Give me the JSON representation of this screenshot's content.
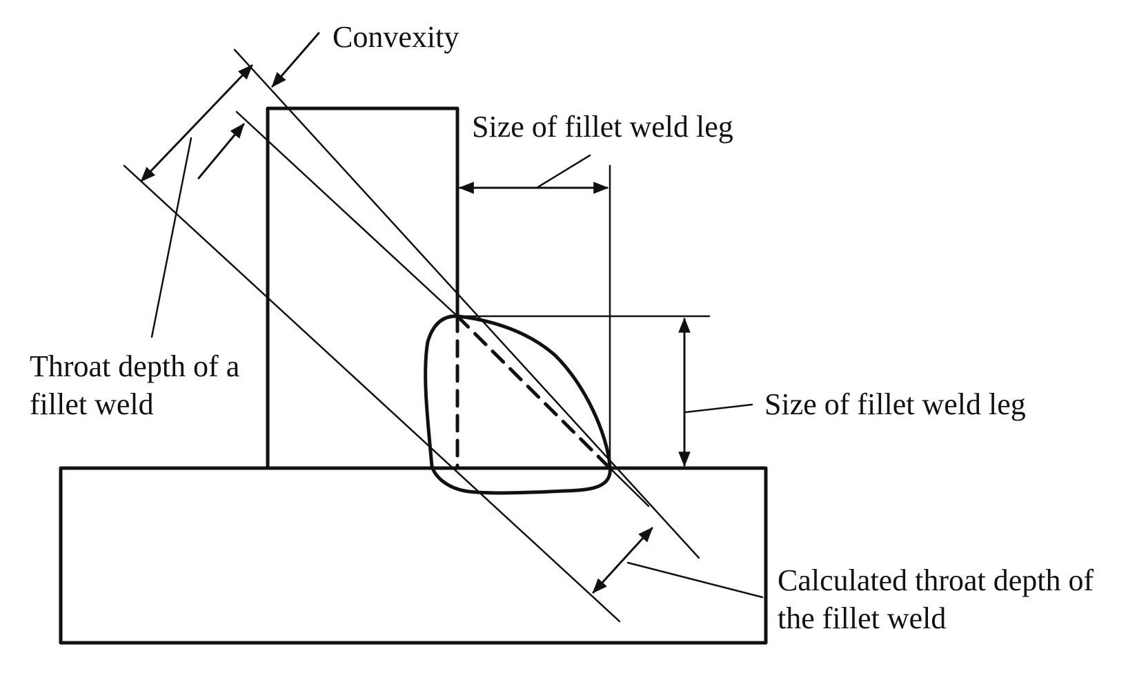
{
  "labels": {
    "convexity": "Convexity",
    "leg_size_horizontal": "Size of fillet weld leg",
    "leg_size_vertical": "Size of fillet weld leg",
    "throat_depth_line1": "Throat depth of a",
    "throat_depth_line2": "fillet weld",
    "calculated_throat_line1": "Calculated throat depth of",
    "calculated_throat_line2": "the fillet weld"
  },
  "colors": {
    "stroke": "#111111",
    "background": "#ffffff"
  }
}
